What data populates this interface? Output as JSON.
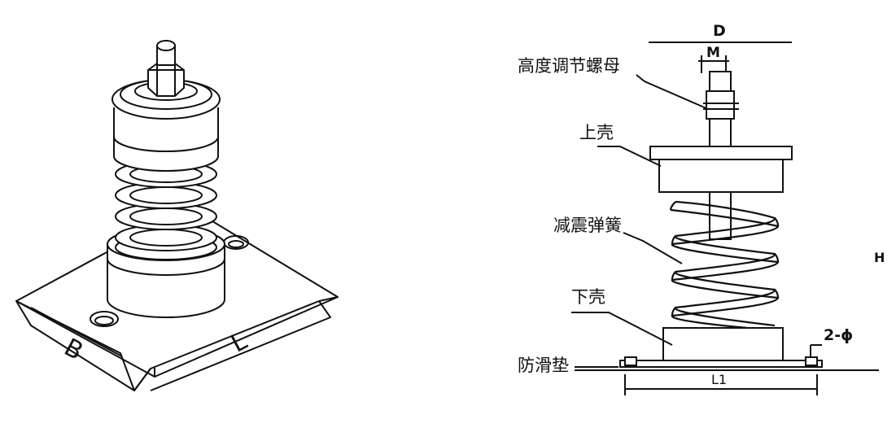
{
  "iso_view": {
    "dim_b": "B",
    "dim_l": "L"
  },
  "section_view": {
    "dim_d": "D",
    "dim_m": "M",
    "dim_h": "H",
    "dim_l1": "L1",
    "dim_holes": "2-ϕ",
    "labels": {
      "height_nut": "高度调节螺母",
      "upper_shell": "上壳",
      "damping_spring": "减震弹簧",
      "lower_shell": "下壳",
      "anti_slip_pad": "防滑垫"
    }
  }
}
